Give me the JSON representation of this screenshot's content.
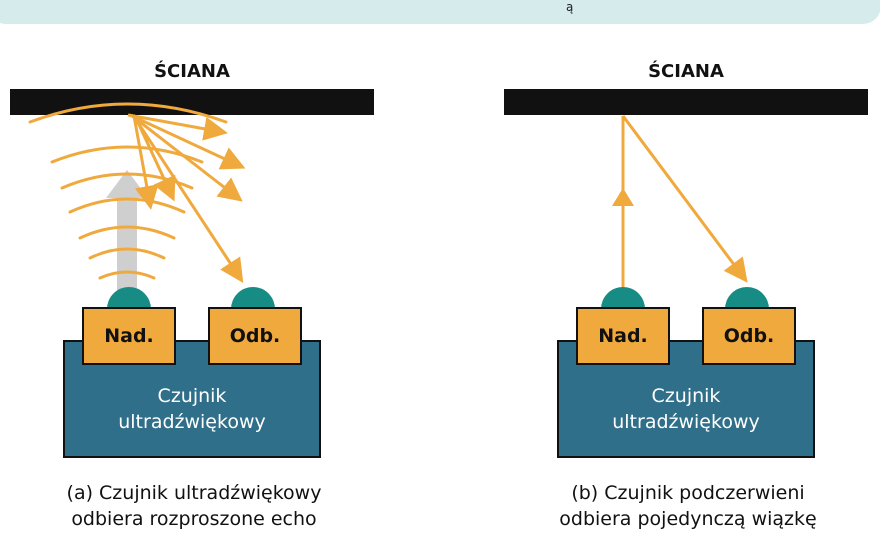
{
  "banner": {
    "glyph": "ą"
  },
  "left_panel": {
    "wall_label": "ŚCIANA",
    "transmitter_label": "Nad.",
    "receiver_label": "Odb.",
    "sensor_lines": [
      "Czujnik",
      "ultradźwiękowy"
    ],
    "caption_lines": [
      "(a) Czujnik ultradźwiękowy",
      "odbiera rozproszone echo"
    ]
  },
  "right_panel": {
    "wall_label": "ŚCIANA",
    "transmitter_label": "Nad.",
    "receiver_label": "Odb.",
    "sensor_lines": [
      "Czujnik",
      "ultradźwiękowy"
    ],
    "caption_lines": [
      "(b) Czujnik podczerwieni",
      "odbiera pojedynczą wiązkę"
    ]
  },
  "colors": {
    "wall": "#111111",
    "sensor_body": "#2f6f89",
    "emitter_box": "#f0a93c",
    "dome": "#168c84",
    "wave": "#f0a93c",
    "ray": "#f0a93c",
    "banner": "#d6ecec"
  }
}
